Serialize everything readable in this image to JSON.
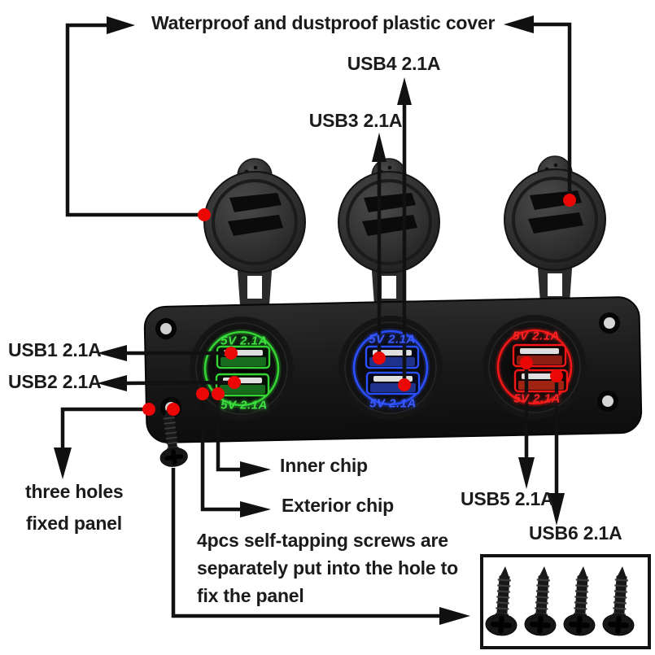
{
  "annotations": {
    "cover_label": "Waterproof and dustproof plastic cover",
    "usb1_label": "USB1 2.1A",
    "usb2_label": "USB2 2.1A",
    "usb3_label": "USB3 2.1A",
    "usb4_label": "USB4 2.1A",
    "usb5_label": "USB5 2.1A",
    "usb6_label": "USB6 2.1A",
    "inner_chip_label": "Inner chip",
    "exterior_chip_label": "Exterior chip",
    "fixed_panel_line1": "three holes",
    "fixed_panel_line2": "fixed panel",
    "screws_note_line1": "4pcs self-tapping screws are",
    "screws_note_line2": "separately put into the hole to",
    "screws_note_line3": "fix the panel"
  },
  "ports": [
    {
      "name": "green-port",
      "rating_top": "5V 2.1A",
      "rating_bottom": "5V 2.1A",
      "glow_color": "#35d435"
    },
    {
      "name": "blue-port",
      "rating_top": "5V 2.1A",
      "rating_bottom": "5V 2.1A",
      "glow_color": "#2b50ff"
    },
    {
      "name": "red-port",
      "rating_top": "5V 2.1A",
      "rating_bottom": "5V 2.1A",
      "glow_color": "#f51616"
    }
  ],
  "colors": {
    "annotation_line": "#111111",
    "marker_dot": "#ec0707",
    "label_text": "#1b1b1b",
    "panel_body": "#1a1a1a",
    "green_glow": "#35d435",
    "blue_glow": "#2b50ff",
    "red_glow": "#f51616"
  }
}
